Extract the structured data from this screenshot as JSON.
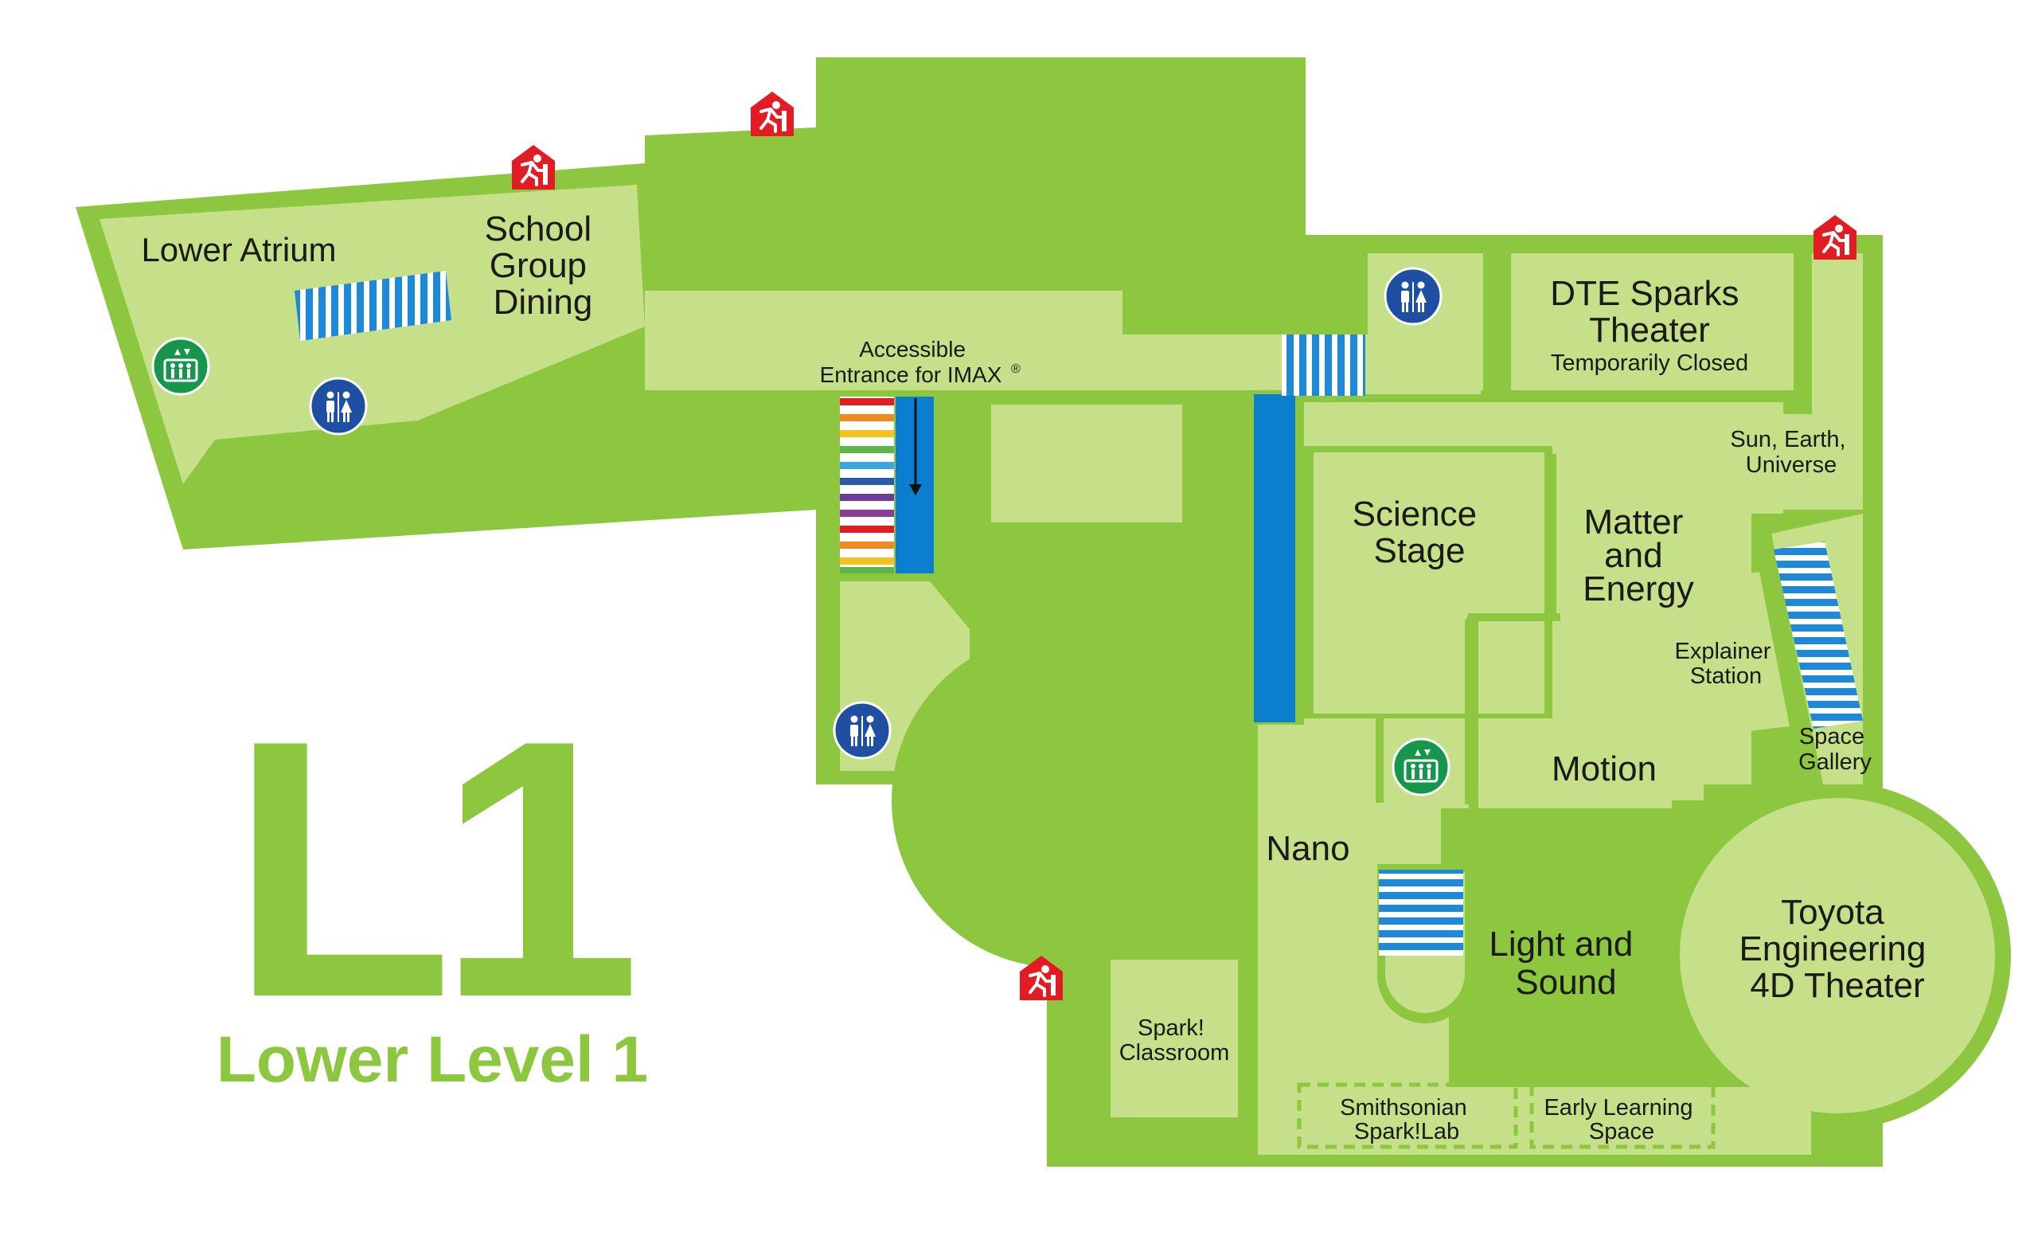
{
  "level": {
    "code": "L1",
    "name": "Lower Level 1"
  },
  "colors": {
    "dark_green": "#8dc63f",
    "light_green": "#c5e088",
    "blue": "#0b7fcf",
    "restroom_blue": "#1f4fa3",
    "elevator_green": "#15964a",
    "exit_red": "#e31b23",
    "stripe_blue": "#1e88d9"
  },
  "rooms": {
    "lower_atrium": "Lower Atrium",
    "school_group_dining": [
      "School",
      "Group",
      "Dining"
    ],
    "accessible_entrance": [
      "Accessible",
      "Entrance for IMAX",
      "®"
    ],
    "dte_sparks": [
      "DTE Sparks",
      "Theater"
    ],
    "dte_status": "Temporarily Closed",
    "sun_earth_universe": [
      "Sun, Earth,",
      "Universe"
    ],
    "science_stage": [
      "Science",
      "Stage"
    ],
    "matter_energy": [
      "Matter",
      "and",
      "Energy"
    ],
    "explainer_station": [
      "Explainer",
      "Station"
    ],
    "space_gallery": [
      "Space",
      "Gallery"
    ],
    "motion": "Motion",
    "nano": "Nano",
    "light_sound": [
      "Light and",
      "Sound"
    ],
    "toyota_theater": [
      "Toyota",
      "Engineering",
      "4D Theater"
    ],
    "spark_classroom": [
      "Spark!",
      "Classroom"
    ],
    "smithsonian_sparklab": [
      "Smithsonian",
      "Spark!Lab"
    ],
    "early_learning": [
      "Early Learning",
      "Space"
    ]
  },
  "icons": {
    "exit": "exit-icon",
    "restroom": "restroom-icon",
    "elevator": "elevator-icon",
    "stairs": "stairs-icon"
  }
}
